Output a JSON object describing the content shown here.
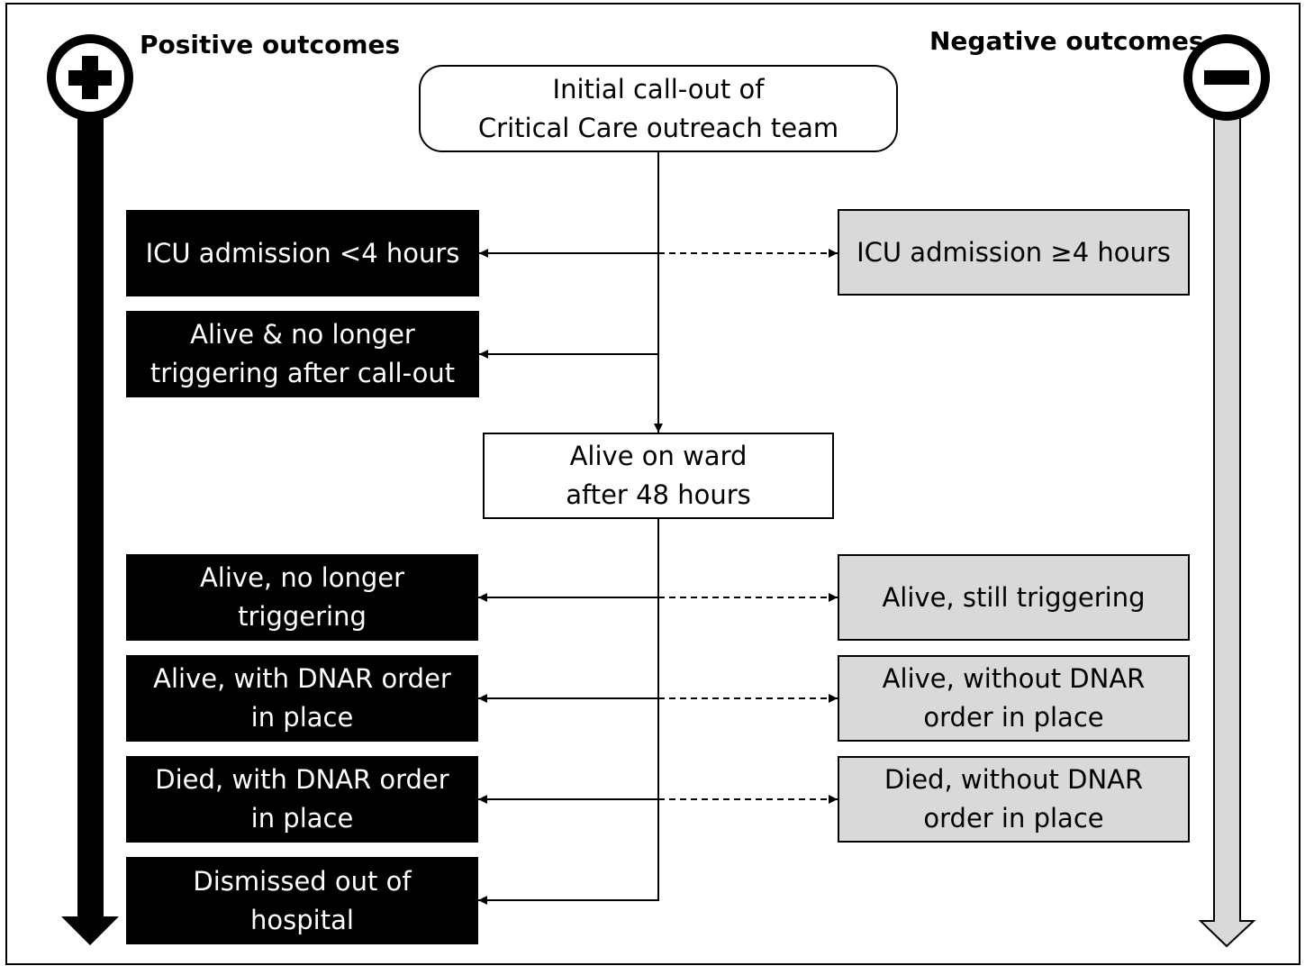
{
  "headers": {
    "positive": "Positive outcomes",
    "negative": "Negative outcomes"
  },
  "icons": {
    "positive": "plus-circle-icon",
    "negative": "minus-circle-icon"
  },
  "colors": {
    "positive_fill": "#000000",
    "negative_fill": "#d9d9d9"
  },
  "start": {
    "line1": "Initial call-out of",
    "line2": "Critical Care outreach team"
  },
  "middle": {
    "line1": "Alive on ward",
    "line2": "after 48 hours"
  },
  "positive_outcomes": [
    {
      "line1": "ICU admission <4 hours"
    },
    {
      "line1": "Alive & no longer",
      "line2": "triggering after call-out"
    },
    {
      "line1": "Alive, no longer",
      "line2": "triggering"
    },
    {
      "line1": "Alive, with DNAR order",
      "line2": "in place"
    },
    {
      "line1": "Died, with DNAR order",
      "line2": "in place"
    },
    {
      "line1": "Dismissed out of",
      "line2": "hospital"
    }
  ],
  "negative_outcomes": [
    {
      "line1": "ICU admission ≥4 hours"
    },
    {
      "line1": "Alive, still triggering"
    },
    {
      "line1": "Alive, without DNAR",
      "line2": "order in place"
    },
    {
      "line1": "Died, without DNAR",
      "line2": "order in place"
    }
  ]
}
